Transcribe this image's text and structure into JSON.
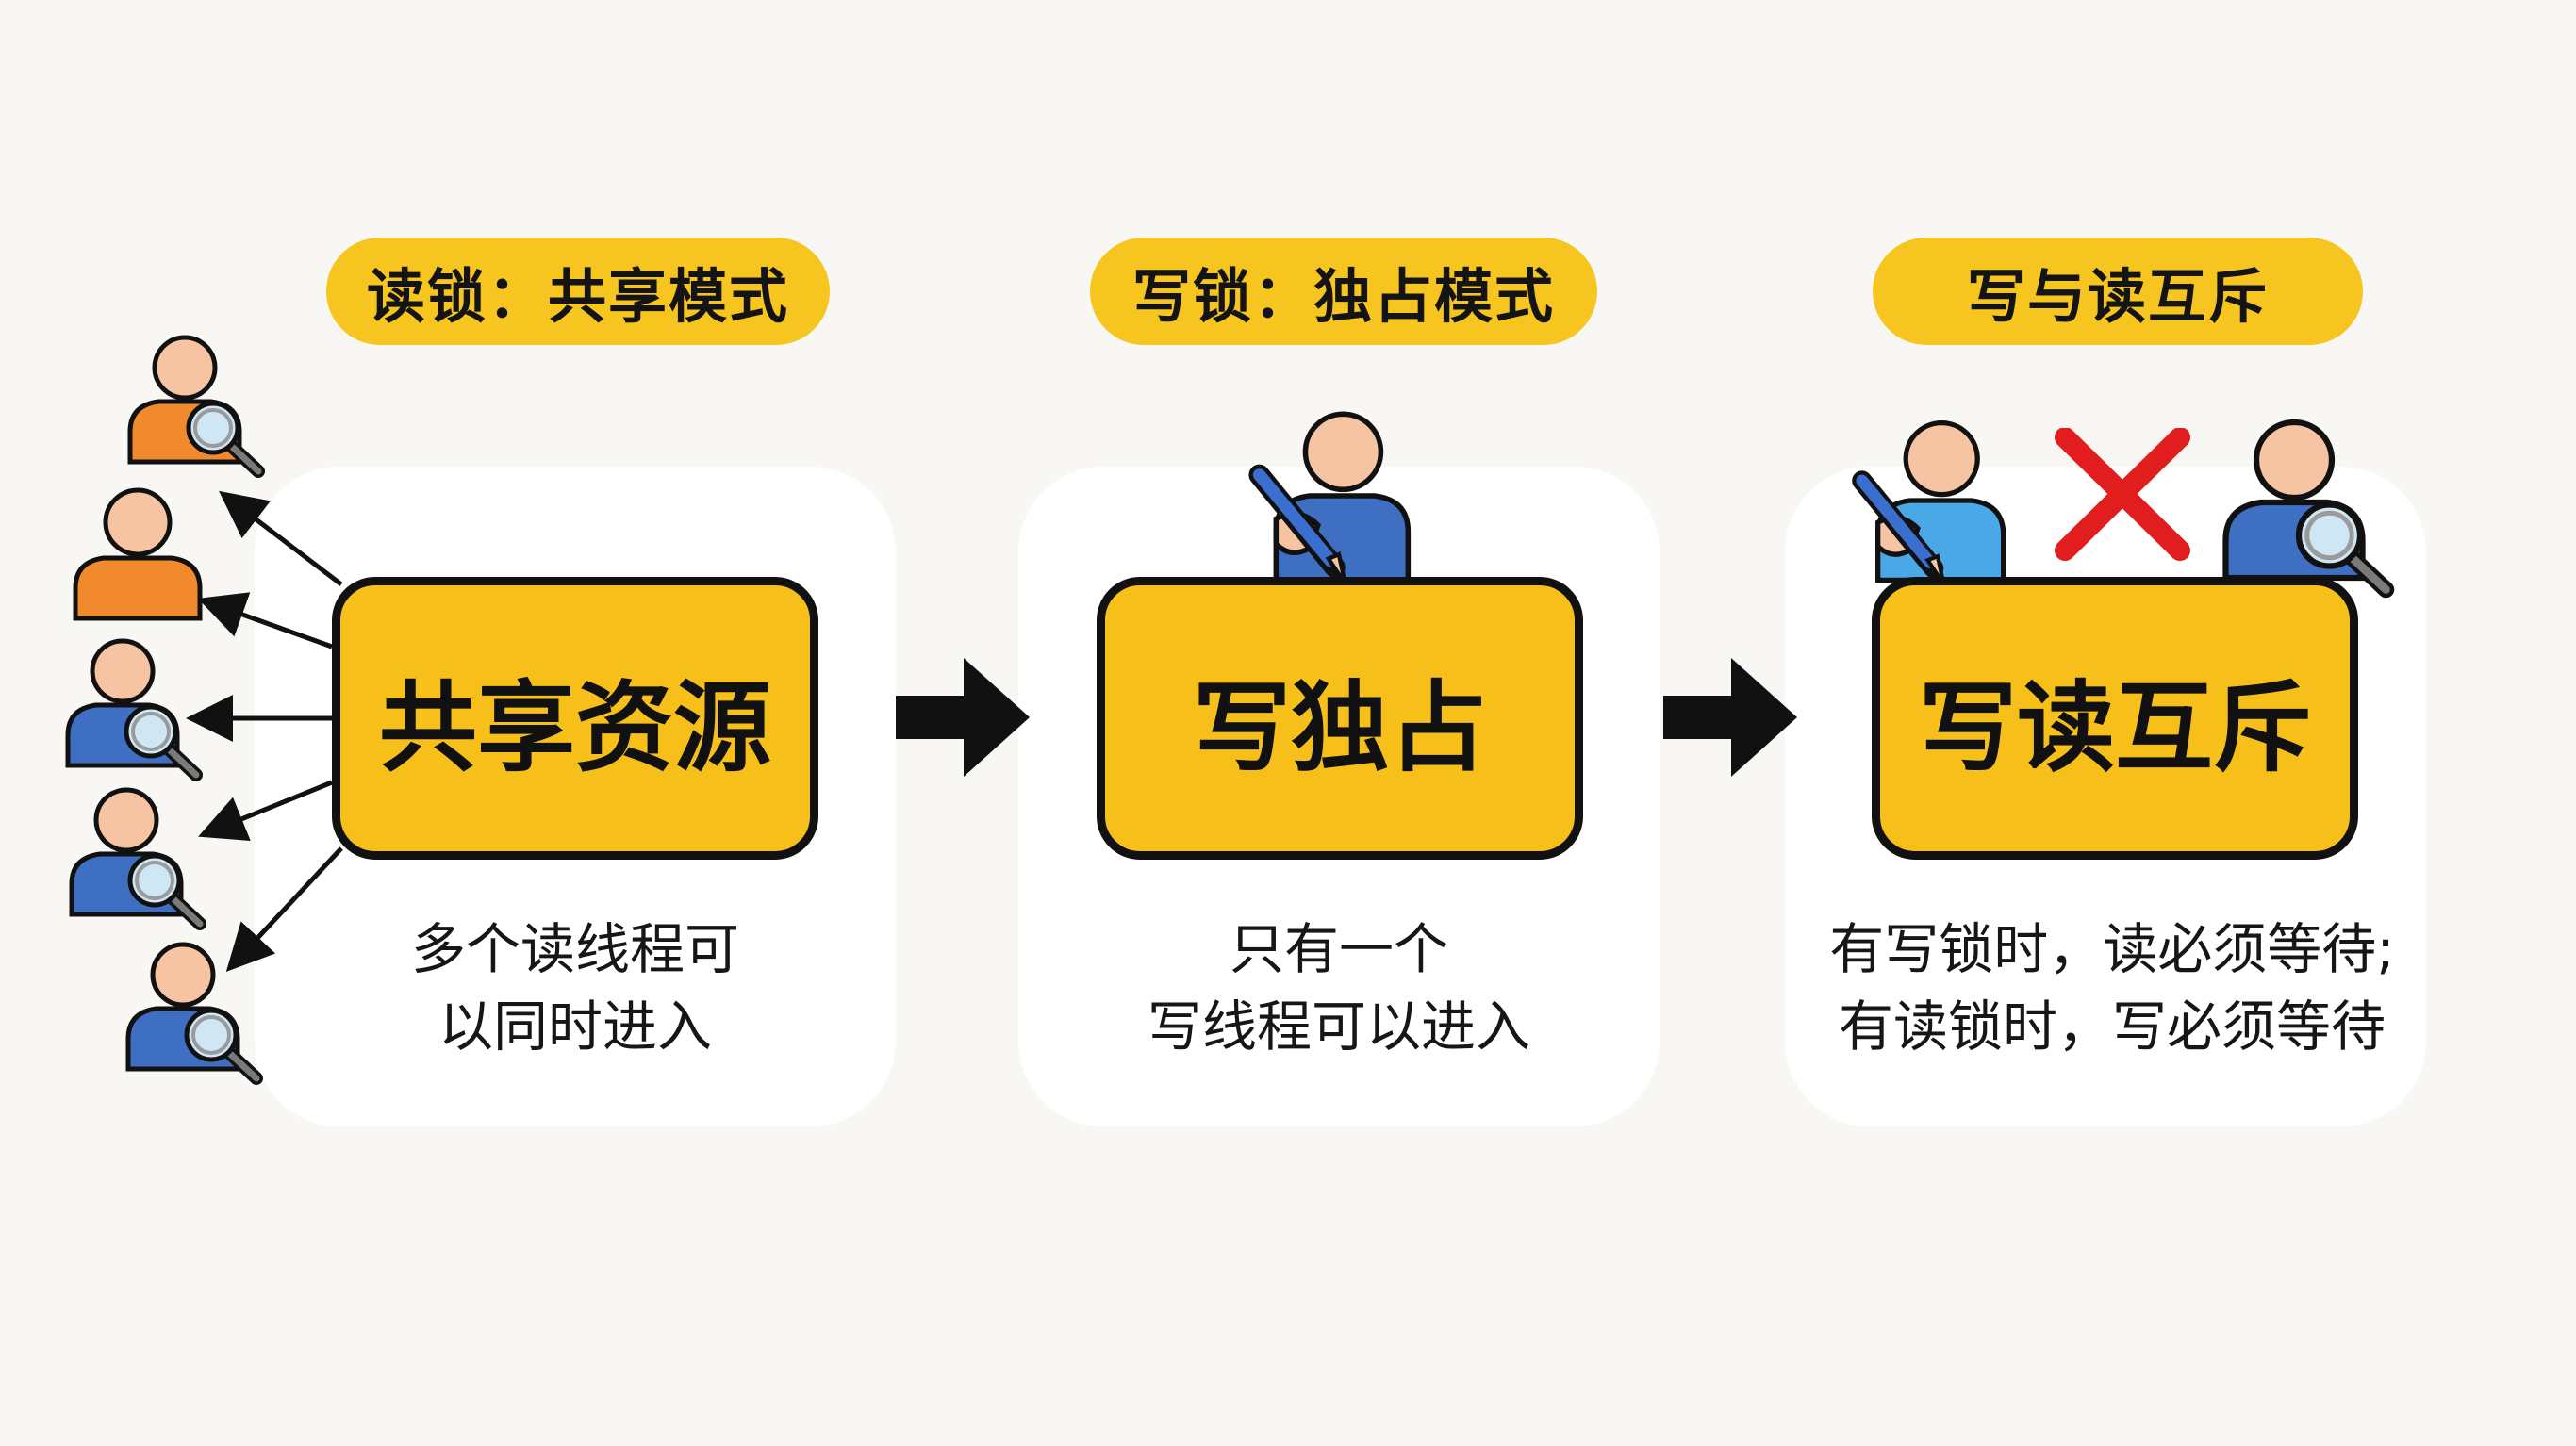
{
  "panels": [
    {
      "header": "读锁：共享模式",
      "box_label": "共享资源",
      "desc_lines": [
        "多个读线程可",
        "以同时进入"
      ]
    },
    {
      "header": "写锁：独占模式",
      "box_label": "写独占",
      "desc_lines": [
        "只有一个",
        "写线程可以进入"
      ]
    },
    {
      "header": "写与读互斥",
      "box_label": "写读互斥",
      "desc_lines": [
        "有写锁时，读必须等待;",
        "有读锁时，写必须等待"
      ]
    }
  ],
  "icons": {
    "reader": "reader-with-magnifier-icon",
    "writer": "writer-with-pen-icon",
    "arrow": "right-arrow-icon",
    "mutex": "red-cross-icon"
  },
  "colors": {
    "accent_yellow": "#f6bf1a",
    "outline": "#111111",
    "orange_person": "#f08a2c",
    "blue_person": "#3f6fc2",
    "light_blue_person": "#4aa8e6",
    "skin": "#f6c4a3",
    "cross_red": "#e21d1d"
  }
}
